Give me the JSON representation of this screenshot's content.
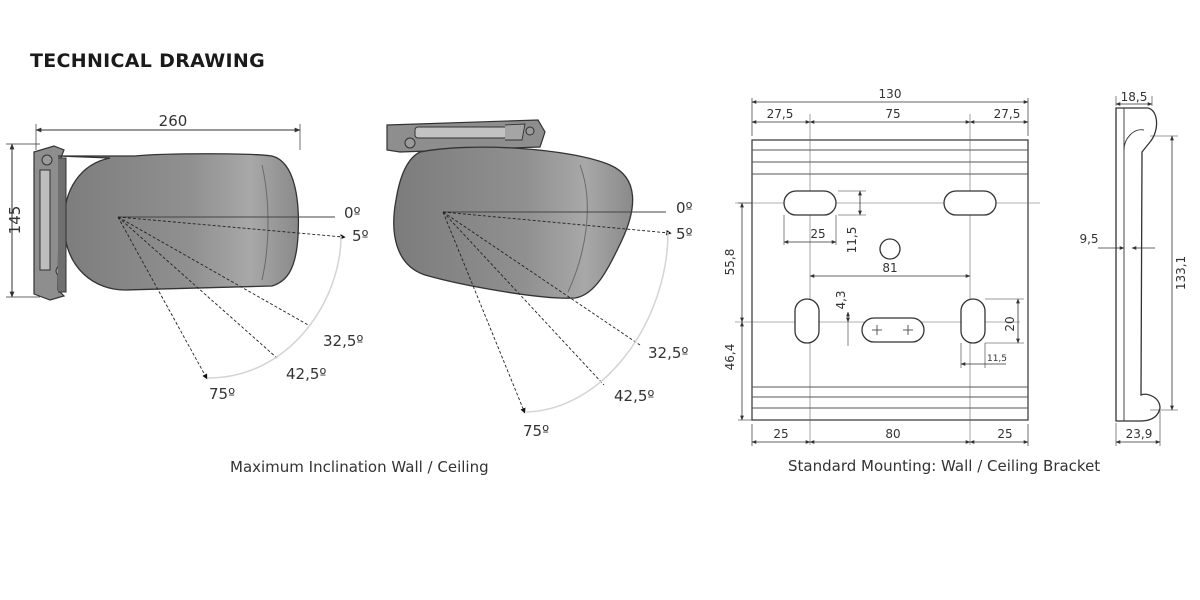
{
  "title": "TECHNICAL DRAWING",
  "captions": {
    "left": "Maximum Inclination Wall / Ceiling",
    "right": "Standard Mounting: Wall / Ceiling Bracket"
  },
  "wall_mount": {
    "width": "260",
    "height": "145",
    "angles": [
      "0º",
      "5º",
      "32,5º",
      "42,5º",
      "75º"
    ]
  },
  "ceiling_mount": {
    "angles": [
      "0º",
      "5º",
      "32,5º",
      "42,5º",
      "75º"
    ]
  },
  "bracket_front": {
    "total_width": "130",
    "top_left": "27,5",
    "top_middle": "75",
    "top_right": "27,5",
    "slot_width": "25",
    "slot_height": "11,5",
    "hole_spacing": "81",
    "upper_height": "55,8",
    "lower_height": "46,4",
    "small_height": "4,3",
    "slot_vertical": "20",
    "small_width": "11,5",
    "bottom_left": "25",
    "bottom_middle": "80",
    "bottom_right": "25"
  },
  "bracket_side": {
    "top_width": "18,5",
    "offset": "9,5",
    "height": "133,1",
    "bottom_width": "23,9"
  }
}
